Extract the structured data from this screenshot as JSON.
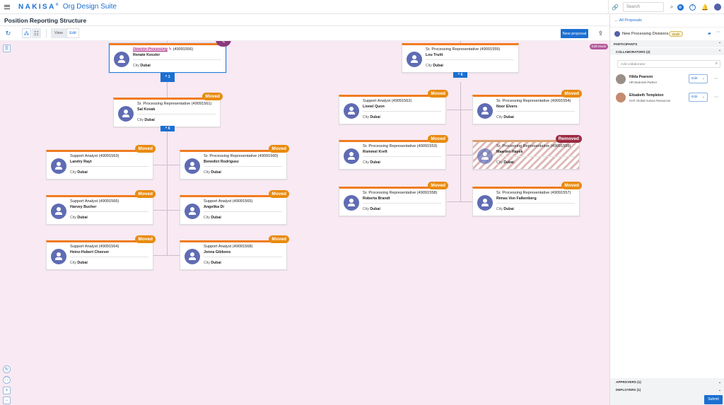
{
  "app": {
    "brand": "NAKISA",
    "brand_mark": "®",
    "suite": "Org Design Suite",
    "page_title": "Position Reporting Structure"
  },
  "topbar": {
    "search_placeholder": "Search",
    "icons": [
      "link-icon",
      "search-icon",
      "globe-icon",
      "help-icon",
      "bell-icon",
      "user-avatar-icon"
    ]
  },
  "toolbar": {
    "view_label": "View",
    "edit_label": "Edit",
    "new_proposal_label": "New proposal",
    "edit_mode_badge": "Edit Mode"
  },
  "chart": {
    "expand_root": "^ 1",
    "expand_left": "^ 6",
    "expand_right": "^ 6",
    "nodes": {
      "root": {
        "title_highlight": "Director Processing",
        "id": "(49091556)",
        "name": "Renate Kessler",
        "city_label": "City",
        "city": "Dubai"
      },
      "left_mgr": {
        "title": "Sr. Processing Representative (49091561)",
        "name": "Sal Kovak",
        "city_label": "City",
        "city": "Dubai",
        "badge": "Moved"
      },
      "l1": {
        "title": "Support Analyst (49091563)",
        "name": "Landry Rayt",
        "city_label": "City",
        "city": "Dubai",
        "badge": "Moved"
      },
      "l2": {
        "title": "Sr. Processing Representative (49091560)",
        "name": "Benedict Rodriguez",
        "city_label": "City",
        "city": "Dubai",
        "badge": "Moved"
      },
      "l3": {
        "title": "Support Analyst (49091566)",
        "name": "Harvey Bucher",
        "city_label": "City",
        "city": "Dubai",
        "badge": "Moved"
      },
      "l4": {
        "title": "Support Analyst (49091565)",
        "name": "Angelika Di",
        "city_label": "City",
        "city": "Dubai",
        "badge": "Moved"
      },
      "l5": {
        "title": "Support Analyst (49091564)",
        "name": "Heinz-Hubert Cheever",
        "city_label": "City",
        "city": "Dubai",
        "badge": "Moved"
      },
      "l6": {
        "title": "Support Analyst (49091568)",
        "name": "Jenna Gibbons",
        "city_label": "City",
        "city": "Dubai",
        "badge": "Moved"
      },
      "right_mgr": {
        "title": "Sr. Processing Representative (49091555)",
        "name": "Lou Truitt",
        "city_label": "City",
        "city": "Dubai"
      },
      "r1": {
        "title": "Support Analyst (49091562)",
        "name": "Lionel Quon",
        "city_label": "City",
        "city": "Dubai",
        "badge": "Moved"
      },
      "r2": {
        "title": "Sr. Processing Representative (49091554)",
        "name": "Noor Elvers",
        "city_label": "City",
        "city": "Dubai",
        "badge": "Moved"
      },
      "r3": {
        "title": "Sr. Processing Representative (49091553)",
        "name": "Rommel Kreft",
        "city_label": "City",
        "city": "Dubai",
        "badge": "Moved"
      },
      "r4": {
        "title": "Sr. Processing Representative (49091559)",
        "name": "Maarten Hayek",
        "city_label": "City",
        "city": "Dubai",
        "badge": "Removed"
      },
      "r5": {
        "title": "Sr. Processing Representative (49091558)",
        "name": "Roberta Brandt",
        "city_label": "City",
        "city": "Dubai",
        "badge": "Moved"
      },
      "r6": {
        "title": "Sr. Processing Representative (49091557)",
        "name": "Rimas Von Falkenberg",
        "city_label": "City",
        "city": "Dubai",
        "badge": "Moved"
      }
    }
  },
  "panel": {
    "back_link": "All Proposals",
    "proposal_name": "New Processing Divisions",
    "status": "Draft",
    "participants_label": "PARTICIPANTS",
    "collaborators_label": "COLLABORATORS (2)",
    "add_placeholder": "Add collaborator",
    "collaborators": [
      {
        "name": "Hilda Pearson",
        "role": "HR Business Partner",
        "permission": "Edit"
      },
      {
        "name": "Elisabeth Templeton",
        "role": "SVP, Global Human Resources",
        "permission": "Edit"
      }
    ],
    "approvers_label": "APPROVERS (1)",
    "deployers_label": "DEPLOYERS (1)",
    "submit_label": "Submit"
  },
  "colors": {
    "accent": "#1b6fd1",
    "moved": "#e98b0f",
    "removed": "#9b2b42",
    "canvas_bg": "#f8e9f3",
    "card_top": "#f07c21"
  }
}
